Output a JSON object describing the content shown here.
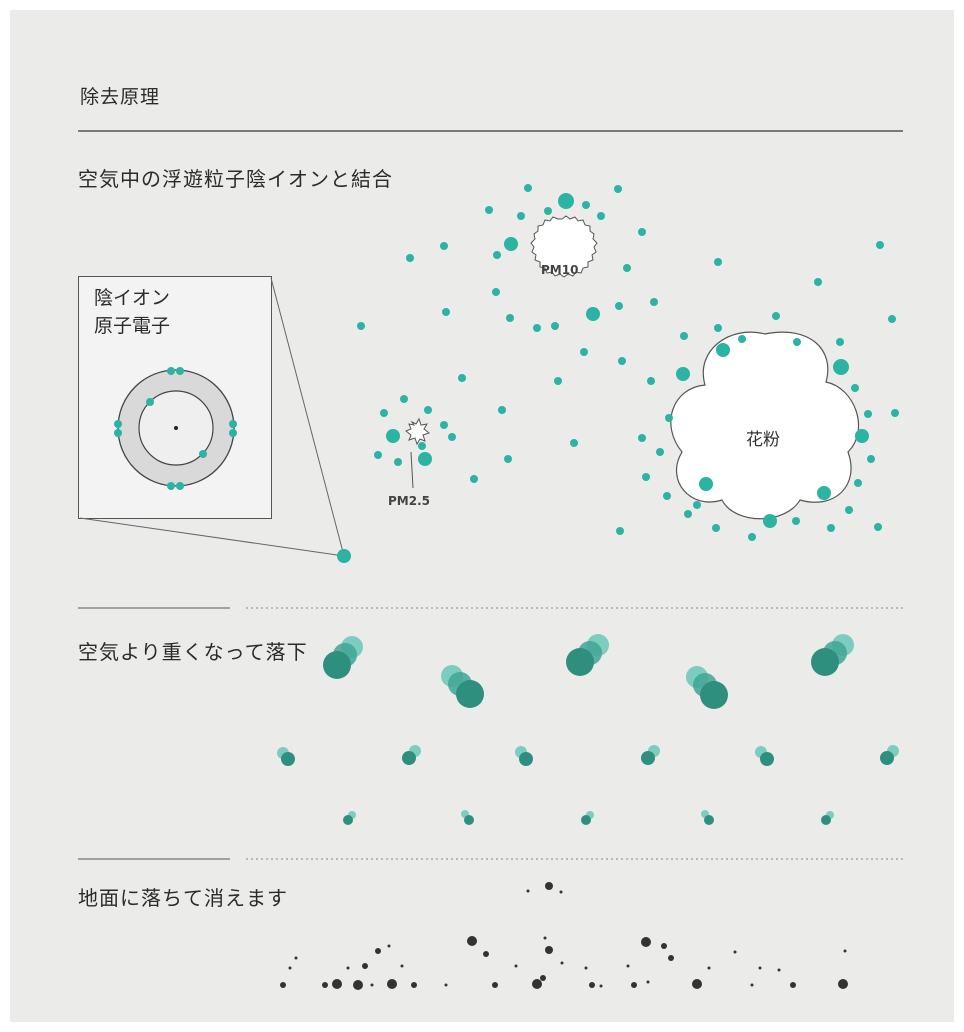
{
  "title": "除去原理",
  "steps": {
    "step1": "空気中の浮遊粒子陰イオンと結合",
    "step2": "空気より重くなって落下",
    "step3": "地面に落ちて消えます"
  },
  "inset": {
    "line1": "陰イオン",
    "line2": "原子電子"
  },
  "particles": {
    "pm10": "PM10",
    "pm25": "PM2.5",
    "pollen": "花粉"
  },
  "colors": {
    "ion": "#2bb3a3",
    "falling": "#2f8f7f",
    "settled": "#333333",
    "background": "#ebebea"
  }
}
